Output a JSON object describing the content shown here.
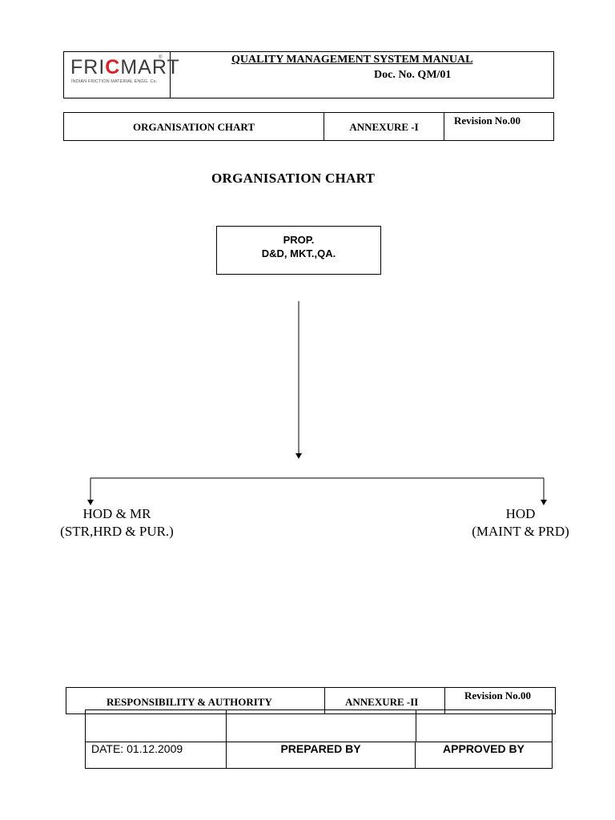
{
  "header": {
    "logo": {
      "brand": "FRICMART",
      "brand_pre": "FRI",
      "brand_c": "C",
      "brand_post": "MART",
      "tagline": "INDIAN FRICTION MATERIAL ENGG. Co.",
      "registered": "®"
    },
    "title": "QUALITY MANAGEMENT SYSTEM MANUAL",
    "doc_no": "Doc. No. QM/01"
  },
  "annex1_row": {
    "section": "ORGANISATION CHART",
    "annexure": "ANNEXURE -I",
    "revision": "Revision No.00"
  },
  "page_title": "ORGANISATION CHART",
  "org_chart": {
    "top_node": {
      "line1": "PROP.",
      "line2": "D&D, MKT.,QA."
    },
    "left_branch": {
      "line1": "HOD & MR",
      "line2": "(STR,HRD & PUR.)"
    },
    "right_branch": {
      "line1": "HOD",
      "line2": "(MAINT & PRD)"
    }
  },
  "annex2_row": {
    "section": "RESPONSIBILITY & AUTHORITY",
    "annexure": "ANNEXURE -II",
    "revision": "Revision No.00"
  },
  "footer": {
    "date": "DATE: 01.12.2009",
    "prepared": "PREPARED BY",
    "approved": "APPROVED BY"
  }
}
